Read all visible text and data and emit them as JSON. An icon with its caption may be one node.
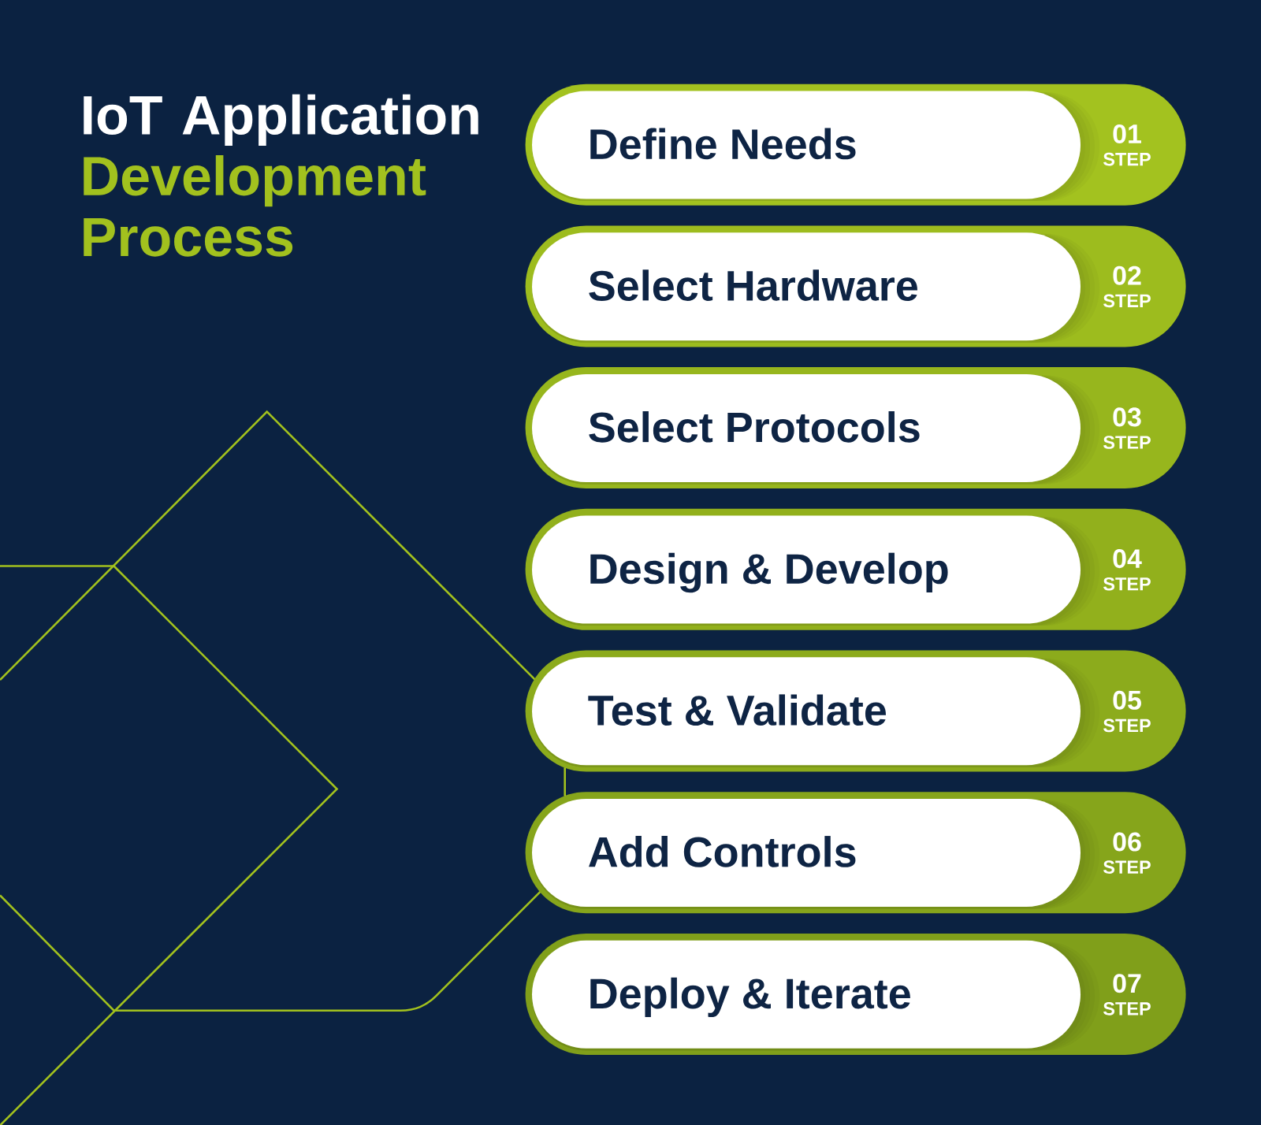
{
  "diagram": {
    "title": "IoT Application Development Process",
    "nodes": [
      {
        "text": [
          "Define Needs",
          "01",
          "STEP"
        ]
      },
      {
        "text": [
          "Select Hardware",
          "02",
          "STEP"
        ]
      },
      {
        "text": [
          "Select Protocols",
          "03",
          "STEP"
        ]
      },
      {
        "text": [
          "Design & Develop",
          "04",
          "STEP"
        ]
      },
      {
        "text": [
          "Test & Validate",
          "05",
          "STEP"
        ]
      },
      {
        "text": [
          "Add Controls",
          "06",
          "STEP"
        ]
      },
      {
        "text": [
          "Deploy & Iterate",
          "07",
          "STEP"
        ]
      }
    ],
    "edges": [
      {
        "from": 4,
        "to": 5,
        "arrow": "none"
      }
    ]
  }
}
